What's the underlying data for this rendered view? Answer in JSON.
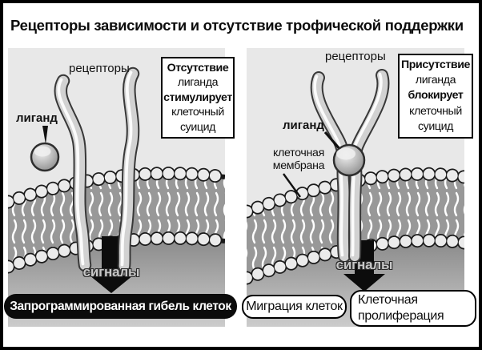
{
  "title": "Рецепторы зависимости и отсутствие трофической поддержки",
  "left_panel": {
    "receptors_label": "рецепторы",
    "ligand_label": "лиганд",
    "info_box_lines": [
      "Отсутствие",
      "лиганда",
      "стимулирует",
      "клеточный",
      "суицид"
    ],
    "signals_label": "сигналы",
    "outcome_box": "Запрограммированная гибель клеток"
  },
  "right_panel": {
    "receptors_label": "рецепторы",
    "ligand_label": "лиганд",
    "membrane_label_line1": "клеточная",
    "membrane_label_line2": "мембрана",
    "info_box_lines": [
      "Присутствие",
      "лиганда",
      "блокирует",
      "клеточный",
      "суицид"
    ],
    "signals_label": "сигналы",
    "outcome_box_1": "Миграция клеток",
    "outcome_box_2_line1": "Клеточная",
    "outcome_box_2_line2": "пролиферация"
  },
  "colors": {
    "frame_border": "#000000",
    "panel_background": "#e8e8e8",
    "membrane_band": "#989898",
    "arrow_black": "#0c0c0c",
    "outcome_dark_box": "#0b0b0b",
    "signals_text": "#c6c6c6"
  }
}
